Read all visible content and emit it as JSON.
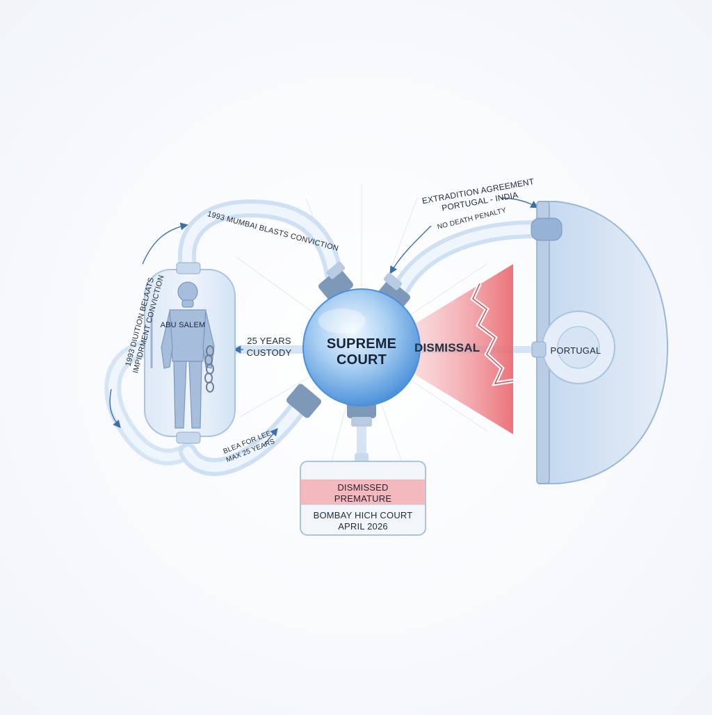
{
  "hub": {
    "title_line1": "SUPREME",
    "title_line2": "COURT"
  },
  "person": {
    "name": "ABU SALEM"
  },
  "custody": {
    "line1": "25 YEARS",
    "line2": "CUSTODY"
  },
  "dismissal": {
    "label": "DISMISSAL"
  },
  "portugal": {
    "label": "PORTUGAL"
  },
  "high_court_box": {
    "status_line1": "DISMISSED",
    "status_line2": "PREMATURE",
    "court_line1": "BOMBAY HICH COURT",
    "court_line2": "APRIL 2026"
  },
  "conviction_tube": {
    "label": "1993 MUMBAI BLASTS CONVICTION"
  },
  "extradition": {
    "line1": "EXTRADITION AGREEMENT",
    "line2": "PORTUGAL - INDIA",
    "sub": "NO DEATH PENALTY"
  },
  "left_arc": {
    "line1": "1993 DIUITION BELAATS",
    "line2": "IMPIDRMENT CONVICTION"
  },
  "plea": {
    "line1": "BLEA FOR LEE",
    "line2": "MAX 25 YEARS"
  },
  "colors": {
    "accent_blue": "#5aa3e6",
    "dismissal_red": "#e9646b",
    "glass": "#cfe0f2"
  }
}
